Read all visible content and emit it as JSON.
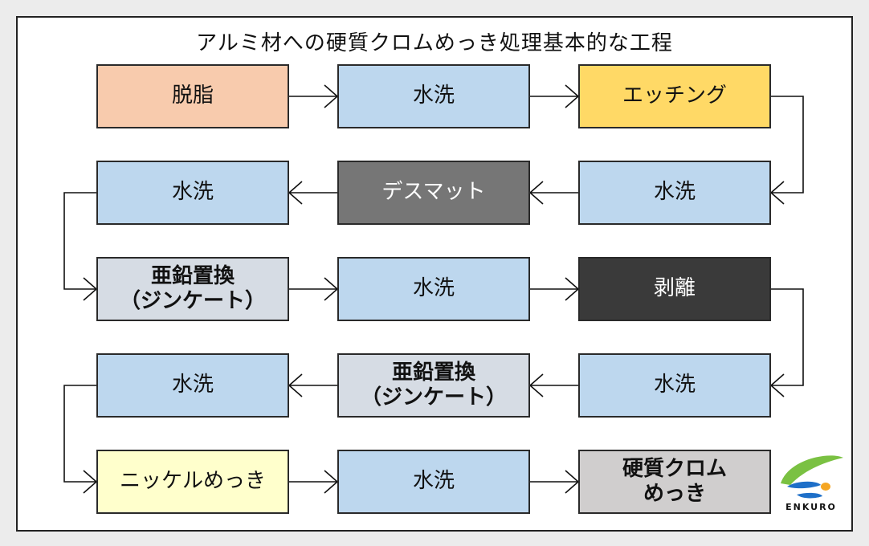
{
  "title": "アルミ材への硬質クロムめっき処理基本的な工程",
  "logo": {
    "text": "ENKURO",
    "colors": [
      "#7ac142",
      "#1e6fc8",
      "#f5a623"
    ]
  },
  "steps": [
    {
      "id": "s1",
      "label": "脱脂",
      "fill": "#f8cbad",
      "text_color": "#111111"
    },
    {
      "id": "s2",
      "label": "水洗",
      "fill": "#bdd7ee",
      "text_color": "#111111"
    },
    {
      "id": "s3",
      "label": "エッチング",
      "fill": "#ffd966",
      "text_color": "#111111"
    },
    {
      "id": "s4",
      "label": "水洗",
      "fill": "#bdd7ee",
      "text_color": "#111111"
    },
    {
      "id": "s5",
      "label": "デスマット",
      "fill": "#767676",
      "text_color": "#ffffff"
    },
    {
      "id": "s6",
      "label": "水洗",
      "fill": "#bdd7ee",
      "text_color": "#111111"
    },
    {
      "id": "s7",
      "label": "亜鉛置換\n（ジンケート）",
      "fill": "#d6dce4",
      "text_color": "#111111"
    },
    {
      "id": "s8",
      "label": "水洗",
      "fill": "#bdd7ee",
      "text_color": "#111111"
    },
    {
      "id": "s9",
      "label": "剥離",
      "fill": "#3a3a3a",
      "text_color": "#ffffff"
    },
    {
      "id": "s10",
      "label": "水洗",
      "fill": "#bdd7ee",
      "text_color": "#111111"
    },
    {
      "id": "s11",
      "label": "亜鉛置換\n（ジンケート）",
      "fill": "#d6dce4",
      "text_color": "#111111"
    },
    {
      "id": "s12",
      "label": "水洗",
      "fill": "#bdd7ee",
      "text_color": "#111111"
    },
    {
      "id": "s13",
      "label": "ニッケルめっき",
      "fill": "#ffffcc",
      "text_color": "#111111"
    },
    {
      "id": "s14",
      "label": "水洗",
      "fill": "#bdd7ee",
      "text_color": "#111111"
    },
    {
      "id": "s15",
      "label": "硬質クロム\nめっき",
      "fill": "#d0cece",
      "text_color": "#111111"
    }
  ],
  "flow": [
    "s1",
    "s2",
    "s3",
    "s4",
    "s5",
    "s6",
    "s7",
    "s8",
    "s9",
    "s10",
    "s11",
    "s12",
    "s13",
    "s14",
    "s15"
  ]
}
